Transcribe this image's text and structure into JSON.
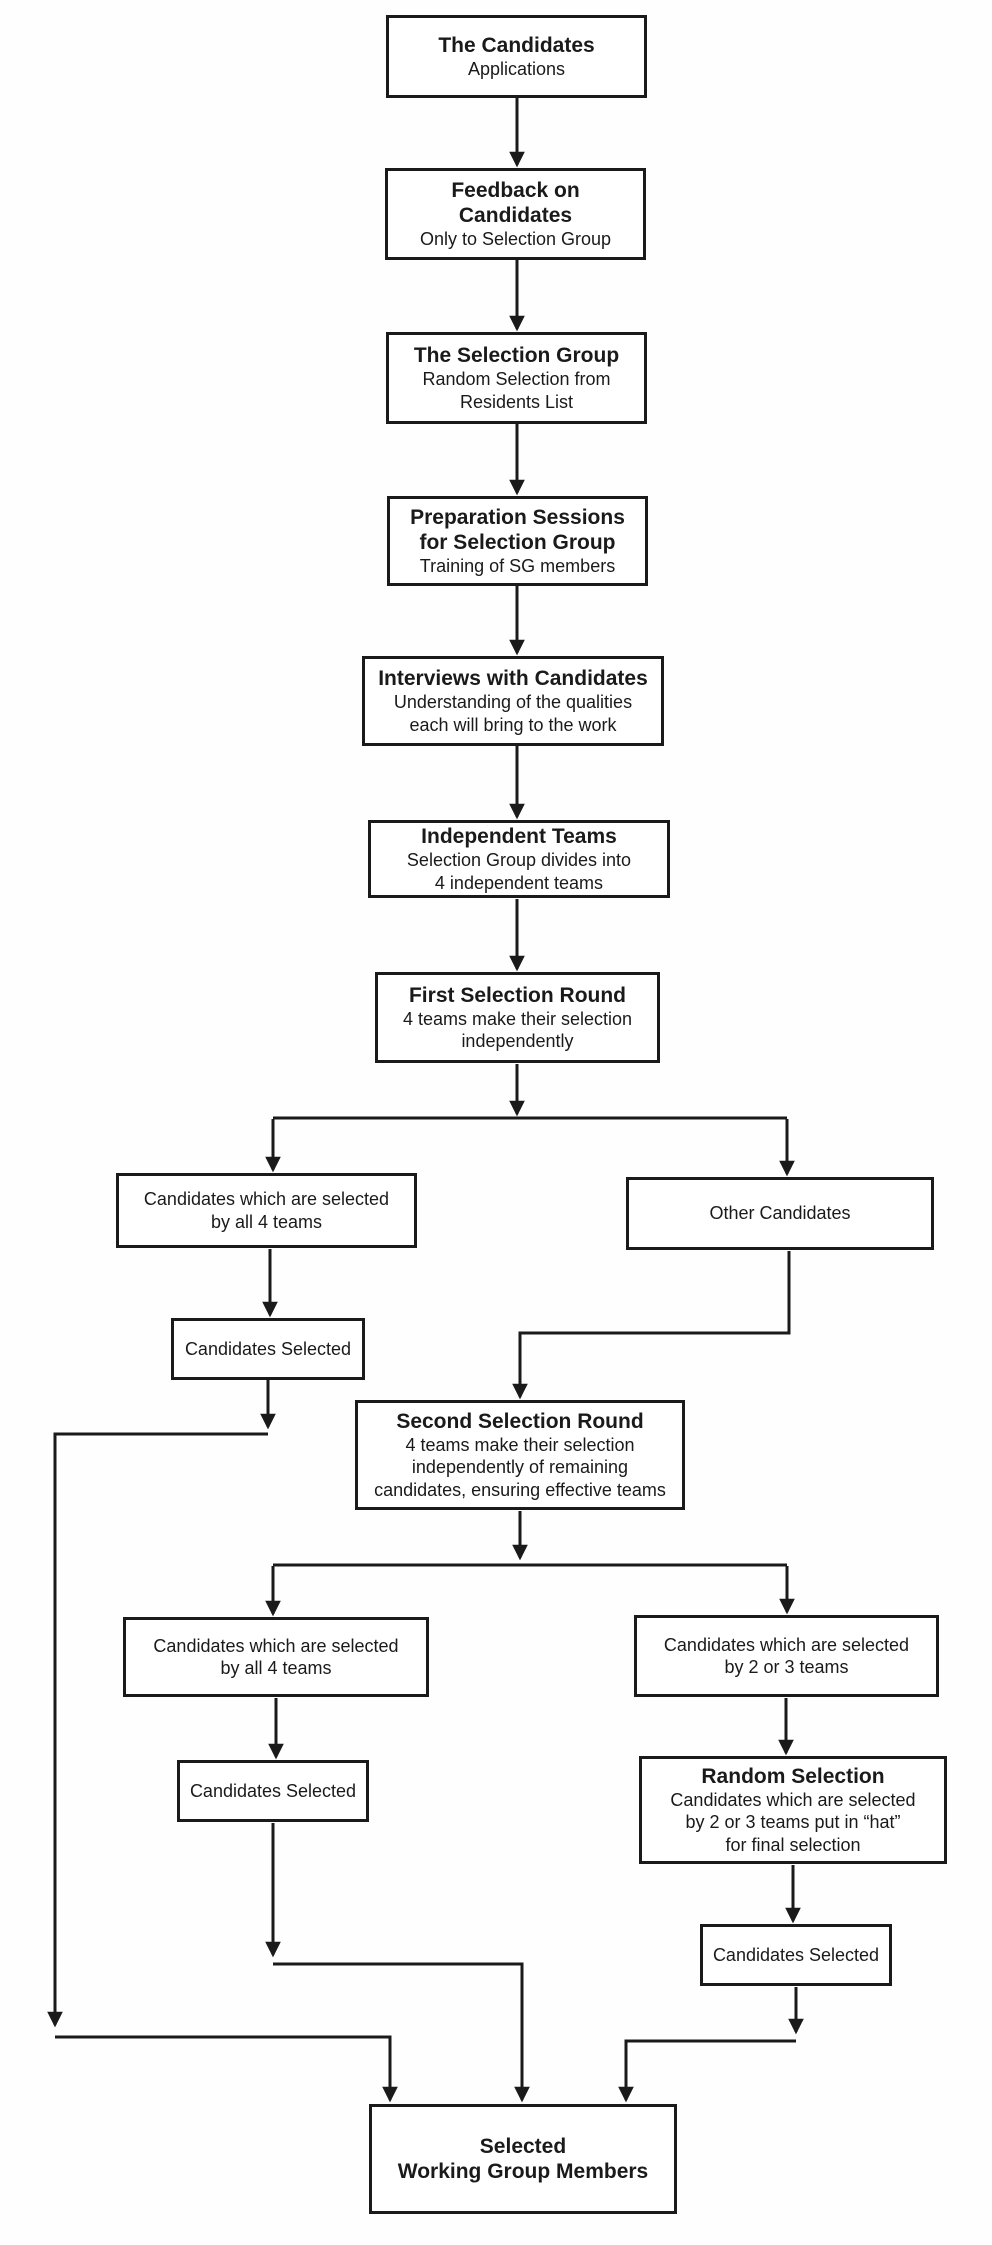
{
  "nodes": {
    "candidates": {
      "title": [
        "The Candidates"
      ],
      "subtitle": [
        "Applications"
      ]
    },
    "feedback": {
      "title": [
        "Feedback on",
        "Candidates"
      ],
      "subtitle": [
        "Only to Selection Group"
      ]
    },
    "selection_group": {
      "title": [
        "The Selection Group"
      ],
      "subtitle": [
        "Random Selection from",
        "Residents List"
      ]
    },
    "preparation": {
      "title": [
        "Preparation Sessions",
        "for Selection Group"
      ],
      "subtitle": [
        "Training of SG members"
      ]
    },
    "interviews": {
      "title": [
        "Interviews with Candidates"
      ],
      "subtitle": [
        "Understanding of the qualities",
        "each will bring to the work"
      ]
    },
    "independent_teams": {
      "title": [
        "Independent Teams"
      ],
      "subtitle": [
        "Selection Group divides into",
        "4 independent teams"
      ]
    },
    "first_round": {
      "title": [
        "First Selection Round"
      ],
      "subtitle": [
        "4 teams make their selection",
        "independently"
      ]
    },
    "selected_all4_r1": {
      "text": [
        "Candidates which are selected",
        "by all 4 teams"
      ]
    },
    "other_candidates": {
      "text": [
        "Other Candidates"
      ]
    },
    "candidates_selected_r1": {
      "text": [
        "Candidates Selected"
      ]
    },
    "second_round": {
      "title": [
        "Second Selection Round"
      ],
      "subtitle": [
        "4 teams make their selection",
        "independently of remaining",
        "candidates, ensuring effective teams"
      ]
    },
    "selected_all4_r2": {
      "text": [
        "Candidates which are selected",
        "by all 4 teams"
      ]
    },
    "selected_2or3": {
      "text": [
        "Candidates which are selected",
        "by 2 or 3 teams"
      ]
    },
    "candidates_selected_r2": {
      "text": [
        "Candidates Selected"
      ]
    },
    "random_selection": {
      "title": [
        "Random Selection"
      ],
      "subtitle": [
        "Candidates which are selected",
        "by 2 or 3 teams put in “hat”",
        "for final selection"
      ]
    },
    "candidates_selected_random": {
      "text": [
        "Candidates Selected"
      ]
    },
    "final": {
      "title": [
        "Selected",
        "Working Group Members"
      ]
    }
  },
  "colors": {
    "ink": "#1a1a1a",
    "background": "#ffffff"
  }
}
